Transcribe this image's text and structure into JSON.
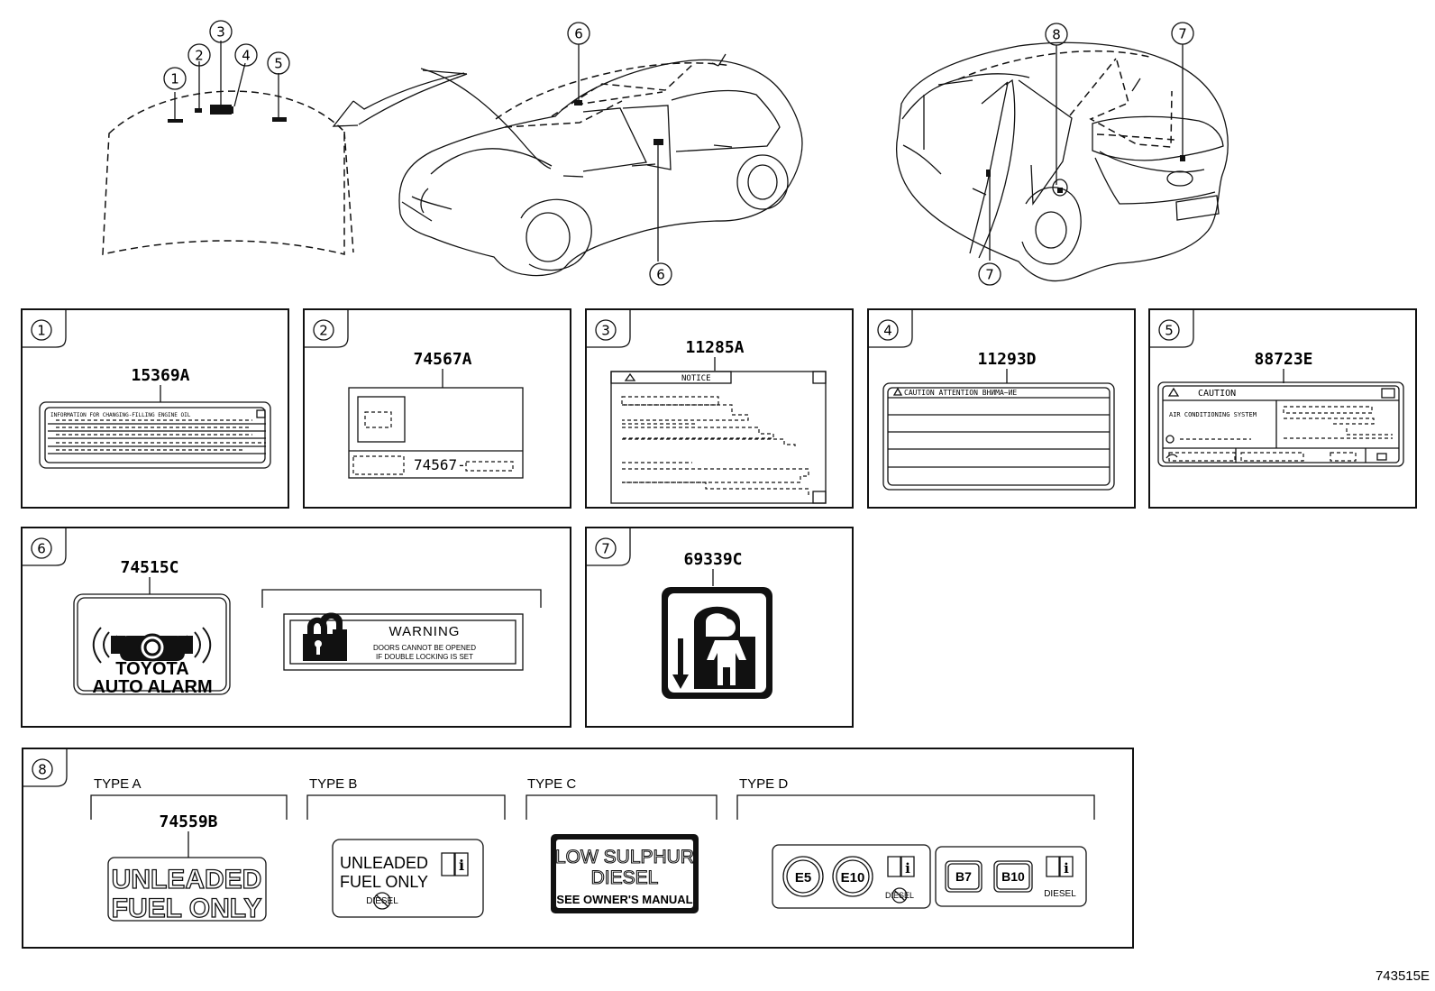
{
  "callouts": [
    "1",
    "2",
    "3",
    "4",
    "5",
    "6",
    "7",
    "8"
  ],
  "labels": {
    "label1": {
      "callout": "1",
      "part": "15369A",
      "text": "INFORMATION FOR CHANGING-FILLING ENGINE OIL"
    },
    "label2": {
      "callout": "2",
      "part": "74567A",
      "text": "74567-"
    },
    "label3": {
      "callout": "3",
      "part": "11285A",
      "text": "NOTICE"
    },
    "label4": {
      "callout": "4",
      "part": "11293D",
      "text": "CAUTION  ATTENTION  ВНИМА~ИЕ"
    },
    "label5": {
      "callout": "5",
      "part": "88723E",
      "title": "CAUTION",
      "text": "AIR CONDITIONING SYSTEM"
    },
    "label6": {
      "callout": "6",
      "part": "74515C",
      "brand": "TOYOTA",
      "alarm": "AUTO ALARM",
      "warning_title": "WARNING",
      "warning_line1": "DOORS CANNOT BE OPENED",
      "warning_line2": "IF DOUBLE LOCKING IS SET"
    },
    "label7": {
      "callout": "7",
      "part": "69339C"
    },
    "label8": {
      "callout": "8",
      "type_a": "TYPE A",
      "type_b": "TYPE B",
      "type_c": "TYPE  C",
      "type_d": "TYPE D",
      "part": "74559B",
      "unleaded_large_1": "UNLEADED",
      "unleaded_large_2": "FUEL ONLY",
      "unleaded_small_1": "UNLEADED",
      "unleaded_small_2": "FUEL ONLY",
      "diesel_mark": "DIESEL",
      "low_sulphur_1": "LOW SULPHUR",
      "low_sulphur_2": "DIESEL",
      "low_sulphur_3": "SEE OWNER'S MANUAL",
      "e5": "E5",
      "e10": "E10",
      "b7": "B7",
      "b10": "B10",
      "diesel_small": "DIESEL"
    }
  },
  "figure_code": "743515E"
}
